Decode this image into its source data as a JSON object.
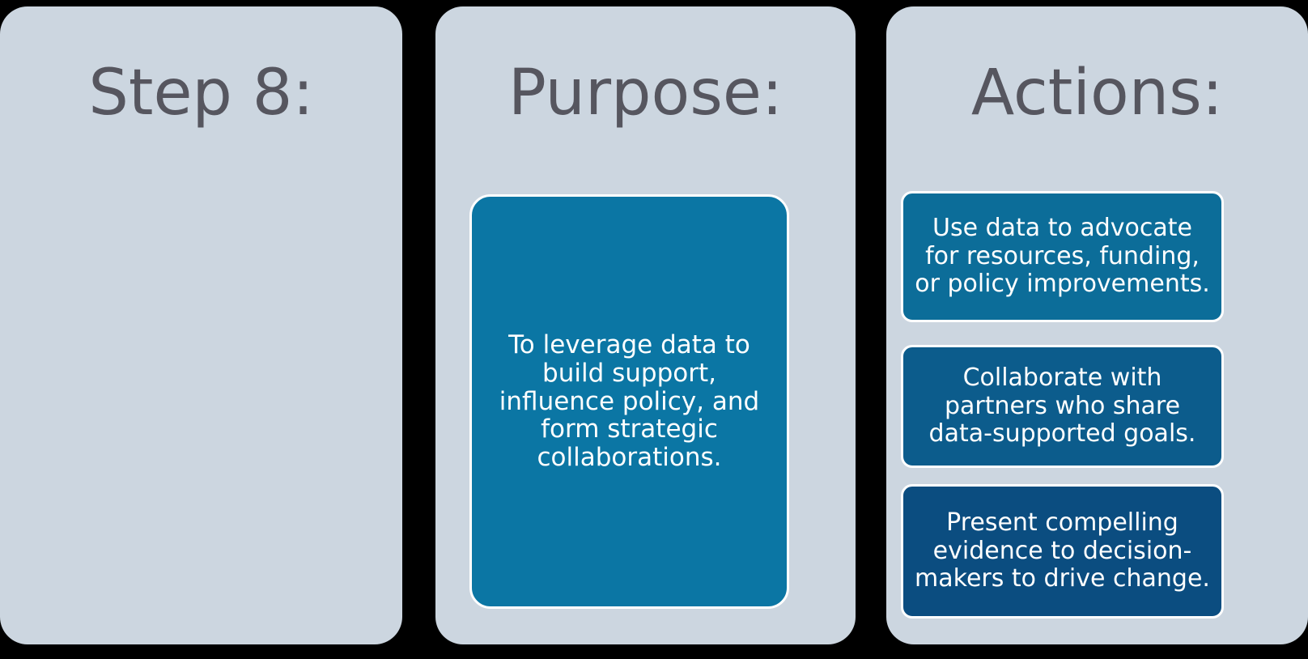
{
  "diagram": {
    "background_color": "#000000",
    "panel_color": "#ccd6e0",
    "title_color": "#56565f",
    "panels": [
      {
        "name": "step",
        "title": "Step 8:",
        "cards": []
      },
      {
        "name": "purpose",
        "title": "Purpose:",
        "cards": [
          {
            "text": "To leverage data to build support, influence policy, and form strategic collaborations.",
            "color": "#0b76a4",
            "border_color": "#ffffff",
            "text_color": "#ffffff"
          }
        ]
      },
      {
        "name": "actions",
        "title": "Actions:",
        "cards": [
          {
            "text": "Use data to advocate for resources, funding, or policy improvements.",
            "color": "#0c6d99",
            "border_color": "#ffffff",
            "text_color": "#ffffff"
          },
          {
            "text": "Collaborate with partners who share data-supported goals.",
            "color": "#0c5c8c",
            "border_color": "#ffffff",
            "text_color": "#ffffff"
          },
          {
            "text": "Present compelling evidence to decision-makers to drive change.",
            "color": "#0b4d80",
            "border_color": "#ffffff",
            "text_color": "#ffffff"
          }
        ]
      }
    ]
  }
}
